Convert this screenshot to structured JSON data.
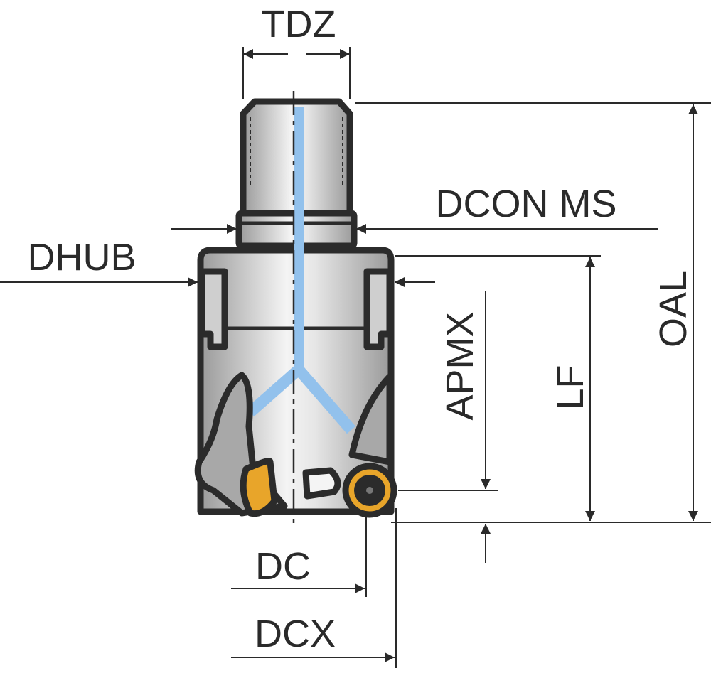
{
  "title": "Milling cutter dimension diagram",
  "labels": {
    "tdz": "TDZ",
    "dcon_ms": "DCON MS",
    "dhub": "DHUB",
    "oal": "OAL",
    "lf": "LF",
    "apmx": "APMX",
    "dc": "DC",
    "dcx": "DCX"
  },
  "colors": {
    "outline": "#2b2b2b",
    "coolant": "#92c1ec",
    "insert": "#e8a52a",
    "body_light": "#f2f2f2",
    "body_dark": "#a9a9a9"
  }
}
